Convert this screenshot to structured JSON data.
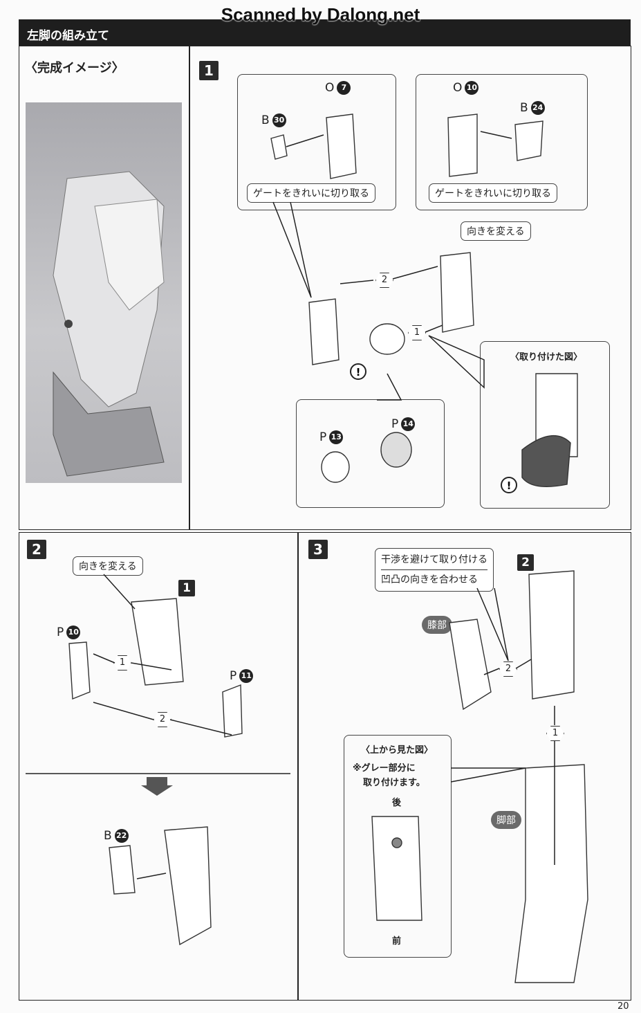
{
  "watermark": "Scanned by Dalong.net",
  "header": {
    "title": "左脚の組み立て"
  },
  "completed_image": {
    "label": "〈完成イメージ〉"
  },
  "step1": {
    "number": "1",
    "parts": {
      "o7": {
        "letter": "O",
        "num": "7"
      },
      "b30": {
        "letter": "B",
        "num": "30"
      },
      "o10": {
        "letter": "O",
        "num": "10"
      },
      "b24": {
        "letter": "B",
        "num": "24"
      },
      "p13": {
        "letter": "P",
        "num": "13"
      },
      "p14": {
        "letter": "P",
        "num": "14"
      }
    },
    "callout_gate_left": "ゲートをきれいに切り取る",
    "callout_gate_right": "ゲートをきれいに切り取る",
    "callout_direction": "向きを変える",
    "order1": "1",
    "order2": "2",
    "attached_view_title": "〈取り付けた図〉",
    "caution": "!"
  },
  "step2": {
    "number": "2",
    "callout_direction": "向きを変える",
    "ref_step": "1",
    "parts": {
      "p10": {
        "letter": "P",
        "num": "10"
      },
      "p11": {
        "letter": "P",
        "num": "11"
      },
      "b22": {
        "letter": "B",
        "num": "22"
      }
    },
    "order1": "1",
    "order2": "2"
  },
  "step3": {
    "number": "3",
    "callout_line1": "干渉を避けて取り付ける",
    "callout_line2": "凹凸の向きを合わせる",
    "ref_step": "2",
    "knee_label": "膝部",
    "foot_label": "脚部",
    "top_view_title": "〈上から見た図〉",
    "top_view_note1": "※グレー部分に",
    "top_view_note2": "取り付けます。",
    "back_label": "後",
    "front_label": "前",
    "order1": "1",
    "order2": "2"
  },
  "page_number": "20",
  "colors": {
    "header_bg": "#1e1e1e",
    "photo_bg": "#b8b8bc",
    "gray_label": "#6a6a6a"
  }
}
